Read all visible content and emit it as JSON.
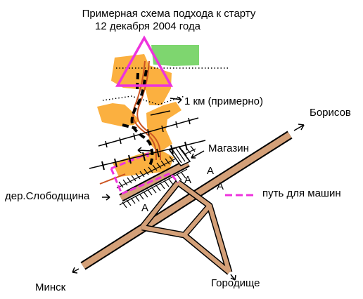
{
  "title": {
    "line1": "Примерная схема подхода к старту",
    "line2": "12 декабря 2004 года"
  },
  "labels": {
    "scale": "1 км (примерно)",
    "borisov": "Борисов",
    "shop": "Магазин",
    "village": "дер.Слободщина",
    "legend_car_path": "путь для машин",
    "minsk": "Минск",
    "gorodishche": "Городище",
    "bus_stop_letter": "А"
  },
  "colors": {
    "road": "#d4a078",
    "field_orange": "#fbb040",
    "field_green": "#7ed66f",
    "start_triangle": "#ee33dd",
    "car_path": "#ee33dd",
    "track": "#000000",
    "forest_road_brown": "#cc5522"
  },
  "icons": {
    "start": "triangle-start-icon",
    "arrow": "arrow-icon"
  }
}
